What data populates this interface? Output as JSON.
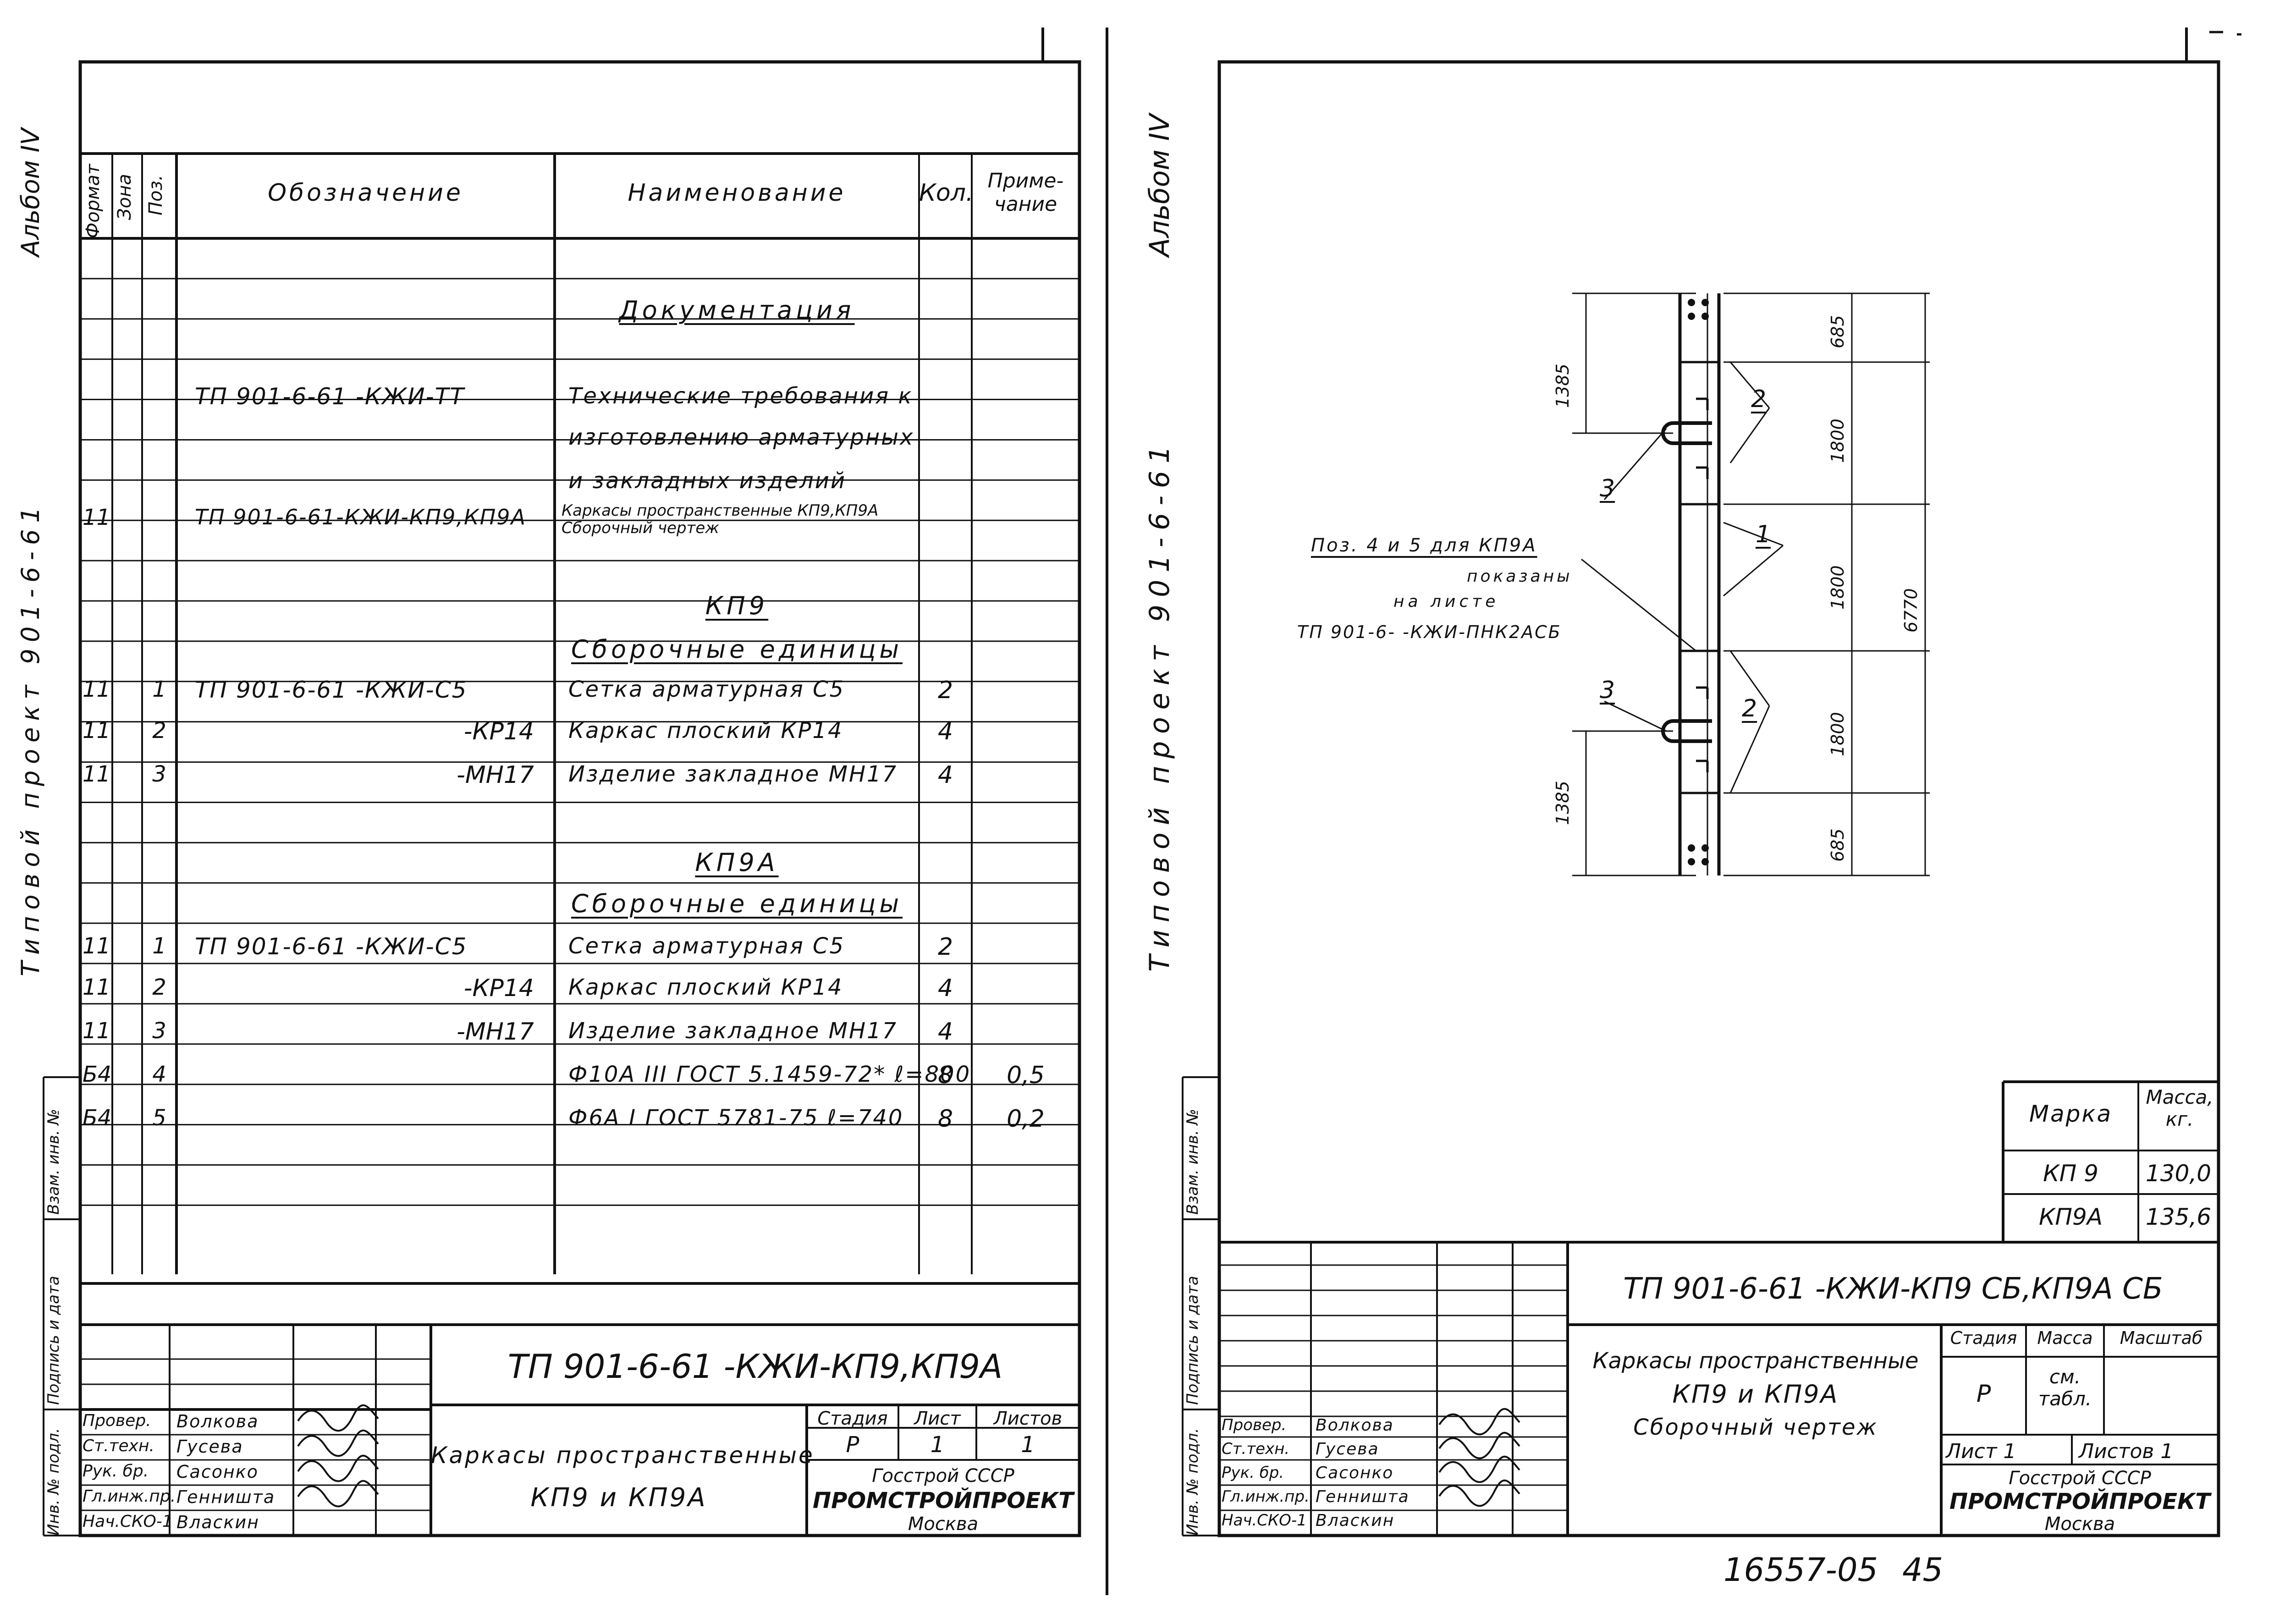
{
  "margins": {
    "left_album": "Альбом IV",
    "left_project": "Типовой проект 901-6-61",
    "right_album": "Альбом IV",
    "right_project": "Типовой проект 901-6-61",
    "side_stamp": [
      "Инв. № подл.",
      "Подпись и дата",
      "Взам. инв. №"
    ]
  },
  "spec": {
    "headers": [
      "Формат",
      "Зона",
      "Поз.",
      "Обозначение",
      "Наименование",
      "Кол.",
      "Приме-\nчание"
    ],
    "rows": [
      {
        "fmt": "",
        "pos": "",
        "des": "",
        "name": "Документация",
        "qty": "",
        "note": "",
        "style": "heading"
      },
      {
        "fmt": "",
        "pos": "",
        "des": "ТП 901-6-61 -КЖИ-ТТ",
        "name": "Технические требования к",
        "qty": "",
        "note": ""
      },
      {
        "fmt": "",
        "pos": "",
        "des": "",
        "name": "изготовлению арматурных",
        "qty": "",
        "note": ""
      },
      {
        "fmt": "",
        "pos": "",
        "des": "",
        "name": "и закладных изделий",
        "qty": "",
        "note": ""
      },
      {
        "fmt": "11",
        "pos": "",
        "des": "ТП 901-6-61-КЖИ-КП9,КП9А",
        "name": "Каркасы пространственные КП9,КП9А",
        "name2": "Сборочный чертеж",
        "qty": "",
        "note": "",
        "style": "small"
      },
      {
        "fmt": "",
        "pos": "",
        "des": "",
        "name": "КП9",
        "qty": "",
        "note": "",
        "style": "heading"
      },
      {
        "fmt": "",
        "pos": "",
        "des": "",
        "name": "Сборочные единицы",
        "qty": "",
        "note": "",
        "style": "heading"
      },
      {
        "fmt": "11",
        "pos": "1",
        "des": "ТП 901-6-61 -КЖИ-С5",
        "name": "Сетка арматурная С5",
        "qty": "2",
        "note": ""
      },
      {
        "fmt": "11",
        "pos": "2",
        "des": "-КР14",
        "name": "Каркас плоский КР14",
        "qty": "4",
        "note": "",
        "desRight": true
      },
      {
        "fmt": "11",
        "pos": "3",
        "des": "-МН17",
        "name": "Изделие закладное МН17",
        "qty": "4",
        "note": "",
        "desRight": true
      },
      {
        "fmt": "",
        "pos": "",
        "des": "",
        "name": "КП9А",
        "qty": "",
        "note": "",
        "style": "heading"
      },
      {
        "fmt": "",
        "pos": "",
        "des": "",
        "name": "Сборочные единицы",
        "qty": "",
        "note": "",
        "style": "heading"
      },
      {
        "fmt": "11",
        "pos": "1",
        "des": "ТП 901-6-61 -КЖИ-С5",
        "name": "Сетка арматурная С5",
        "qty": "2",
        "note": ""
      },
      {
        "fmt": "11",
        "pos": "2",
        "des": "-КР14",
        "name": "Каркас плоский КР14",
        "qty": "4",
        "note": "",
        "desRight": true
      },
      {
        "fmt": "11",
        "pos": "3",
        "des": "-МН17",
        "name": "Изделие закладное МН17",
        "qty": "4",
        "note": "",
        "desRight": true
      },
      {
        "fmt": "Б4",
        "pos": "4",
        "des": "",
        "name": "Ф10А III ГОСТ 5.1459-72* ℓ=800",
        "qty": "8",
        "note": "0,5"
      },
      {
        "fmt": "Б4",
        "pos": "5",
        "des": "",
        "name": "Ф6А I ГОСТ 5781-75 ℓ=740",
        "qty": "8",
        "note": "0,2"
      }
    ]
  },
  "stamp_left": {
    "code": "ТП 901-6-61 -КЖИ-КП9,КП9А",
    "title1": "Каркасы пространственные",
    "title2": "КП9 и КП9А",
    "stage_h": "Стадия",
    "sheet_h": "Лист",
    "sheets_h": "Листов",
    "stage": "Р",
    "sheet": "1",
    "sheets": "1",
    "org1": "Госстрой СССР",
    "org2": "ПРОМСТРОЙПРОЕКТ",
    "org3": "Москва",
    "people": [
      {
        "role": "Провер.",
        "name": "Волкова"
      },
      {
        "role": "Ст.техн.",
        "name": "Гусева"
      },
      {
        "role": "Рук. бр.",
        "name": "Сасонко"
      },
      {
        "role": "Гл.инж.пр.",
        "name": "Генништа"
      },
      {
        "role": "Нач.СКО-1",
        "name": "Власкин"
      }
    ]
  },
  "drawing": {
    "dims_left": [
      "1385",
      "1385"
    ],
    "dims_right": [
      "685",
      "1800",
      "1800",
      "1800",
      "685"
    ],
    "dim_total": "6770",
    "labels": {
      "p1": "1",
      "p2a": "2",
      "p2b": "2",
      "p3a": "3",
      "p3b": "3"
    },
    "note1": "Поз. 4 и 5 для КП9А",
    "note2": "показаны",
    "note3": "на листе",
    "note4": "ТП 901-6- -КЖИ-ПНК2АСБ"
  },
  "mass_table": {
    "h_mark": "Марка",
    "h_mass": "Масса,\nкг.",
    "rows": [
      {
        "mark": "КП 9",
        "mass": "130,0"
      },
      {
        "mark": "КП9А",
        "mass": "135,6"
      }
    ]
  },
  "stamp_right": {
    "code": "ТП 901-6-61 -КЖИ-КП9 СБ,КП9А СБ",
    "title1": "Каркасы пространственные",
    "title2": "КП9 и КП9А",
    "title3": "Сборочный чертеж",
    "stage_h": "Стадия",
    "mass_h": "Масса",
    "scale_h": "Масштаб",
    "stage": "Р",
    "mass": "см.\nтабл.",
    "sheet_line": "Лист 1",
    "sheets_line": "Листов 1",
    "org1": "Госстрой СССР",
    "org2": "ПРОМСТРОЙПРОЕКТ",
    "org3": "Москва",
    "people": [
      {
        "role": "Провер.",
        "name": "Волкова"
      },
      {
        "role": "Ст.техн.",
        "name": "Гусева"
      },
      {
        "role": "Рук. бр.",
        "name": "Сасонко"
      },
      {
        "role": "Гл.инж.пр.",
        "name": "Генништа"
      },
      {
        "role": "Нач.СКО-1",
        "name": "Власкин"
      }
    ]
  },
  "footer": {
    "number": "16557-05",
    "page": "45"
  }
}
